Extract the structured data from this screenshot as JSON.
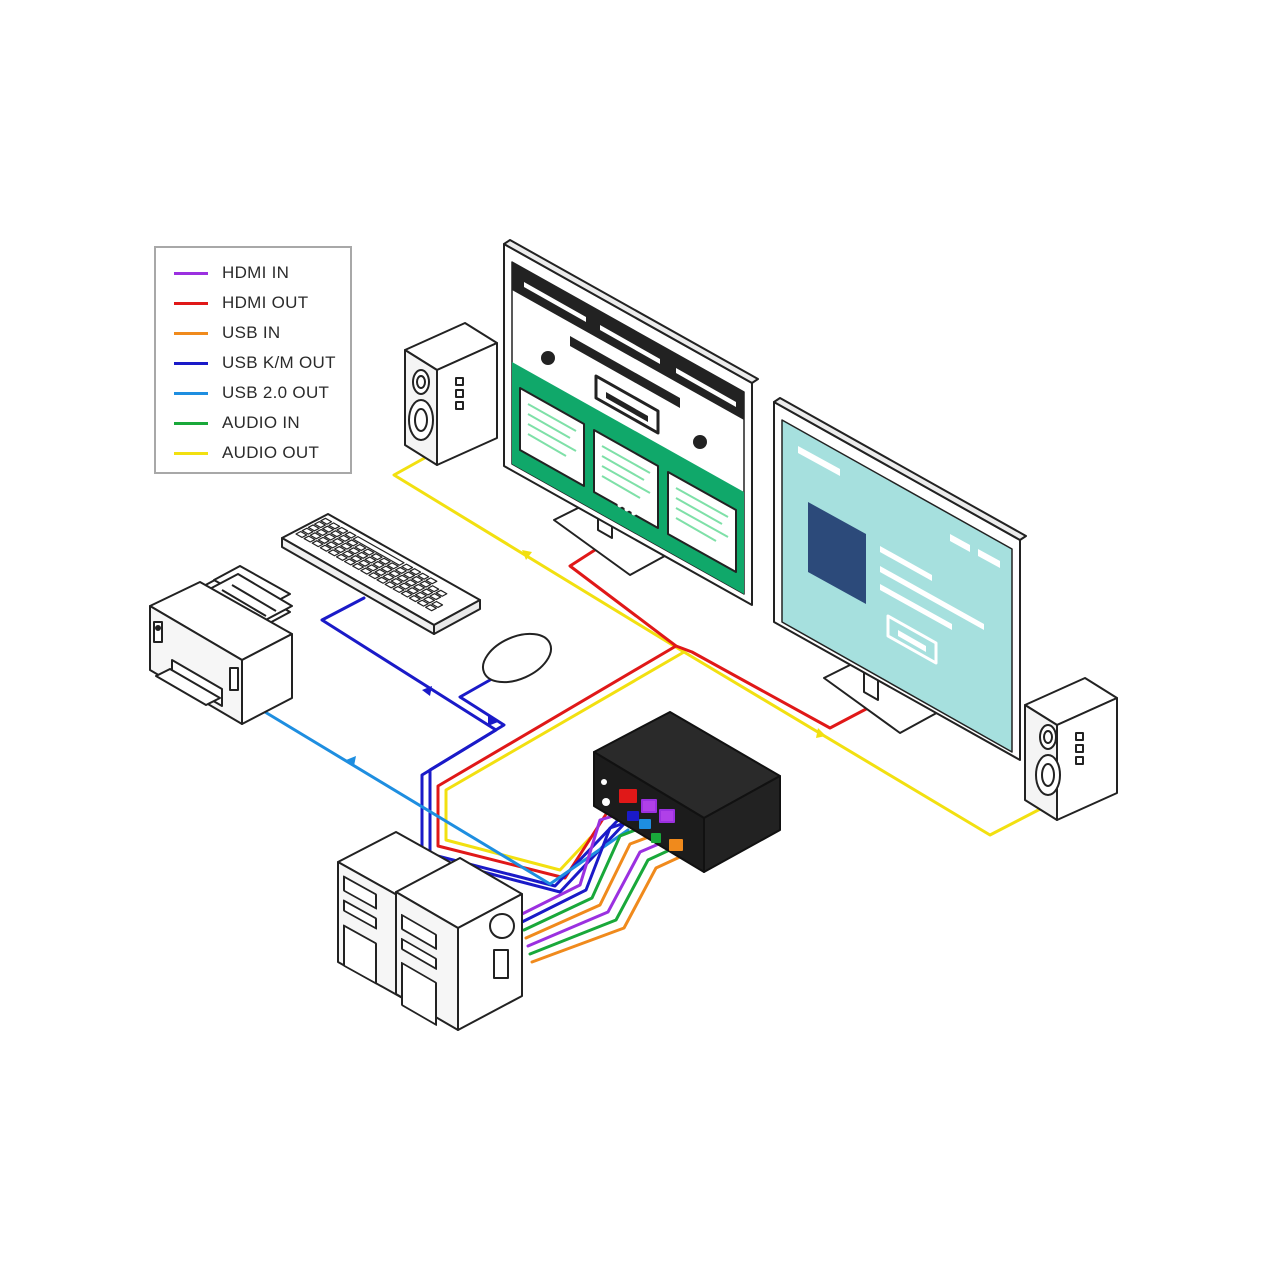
{
  "legend": {
    "items": [
      {
        "label": "HDMI IN",
        "color": "#9b30e0"
      },
      {
        "label": "HDMI OUT",
        "color": "#e01818"
      },
      {
        "label": "USB IN",
        "color": "#f08a1c"
      },
      {
        "label": "USB K/M OUT",
        "color": "#1a1ac8"
      },
      {
        "label": "USB 2.0 OUT",
        "color": "#1e8ee0"
      },
      {
        "label": "AUDIO IN",
        "color": "#19a83a"
      },
      {
        "label": "AUDIO OUT",
        "color": "#f2e010"
      }
    ]
  },
  "colors": {
    "screen_left_green": "#10a86a",
    "screen_right_cyan": "#a6e0de",
    "screen_right_block": "#2c4a7a",
    "switch_body": "#222222",
    "outline": "#222222"
  }
}
